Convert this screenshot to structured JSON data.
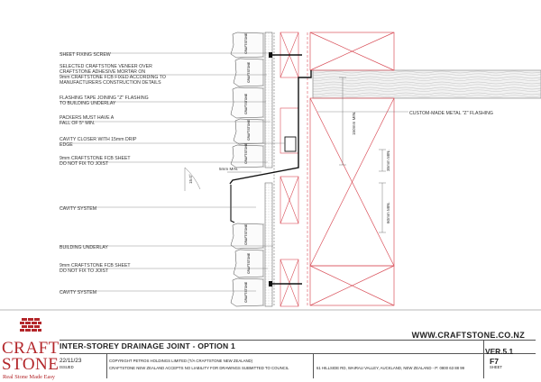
{
  "labels": {
    "sheet_fixing_screw": "SHEET FIXING SCREW",
    "veneer_1": "SELECTED CRAFTSTONE VENEER OVER",
    "veneer_2": "CRAFTSTONE ADHESIVE MORTAR ON",
    "veneer_3": "9mm CRAFTSTONE FCB FIXED ACCORDING TO",
    "veneer_4": "MANUFACTURERS CONSTRUCTION DETAILS",
    "flashing_tape_1": "FLASHING TAPE JOINING \"Z\" FLASHING",
    "flashing_tape_2": "TO BUILDING UNDERLAY",
    "packers_1": "PACKERS MUST HAVE A",
    "packers_2": "FALL OF 5° MIN.",
    "cavity_closer_1": "CAVITY CLOSER WITH 15mm DRIP",
    "cavity_closer_2": "EDGE",
    "fcb_upper_1": "9mm CRAFTSTONE FCB SHEET",
    "fcb_upper_2": "DO NOT FIX TO JOIST",
    "cavity_system_upper": "CAVITY SYSTEM",
    "building_underlay": "BUILDING UNDERLAY",
    "fcb_lower_1": "9mm CRAFTSTONE FCB SHEET",
    "fcb_lower_2": "DO NOT FIX TO JOIST",
    "cavity_system_lower": "CAVITY SYSTEM",
    "z_flashing": "CUSTOM-MADE METAL \"Z\" FLASHING"
  },
  "dimensions": {
    "min_150": "150mm MIN.",
    "min_35": "35mm MIN.",
    "min_60": "60mm MIN.",
    "min_5": "5mm MIN.",
    "angle": "15.0°"
  },
  "stone_mark": "CRAFTSTONE",
  "title_block": {
    "logo_line1": "CRAFT",
    "logo_line2": "STONE",
    "tagline": "Real Stone Made Easy",
    "title": "INTER-STOREY DRAINAGE JOINT - OPTION 1",
    "website": "WWW.CRAFTSTONE.CO.NZ",
    "version": "VER.5.1",
    "sheet_number": "F7",
    "sheet_label": "SHEET",
    "date": "22/11/23",
    "issued_label": "ISSUED",
    "copyright": "COPYRIGHT PETROS HOLDINGS LIMITED (T/A CRAFTSTONE NEW ZEALAND)",
    "liability": "CRAFTSTONE NEW ZEALAND ACCEPTS NO LIABILITY FOR DRAWINGS SUBMITTED TO COUNCIL",
    "address": "61 HILLSIDE RD, WAIRAU VALLEY, AUCKLAND, NEW ZEALAND - P: 0800 63 88 99"
  },
  "colors": {
    "accent_red": "#b3262a",
    "timber_red": "#d9505a",
    "line": "#222222"
  }
}
